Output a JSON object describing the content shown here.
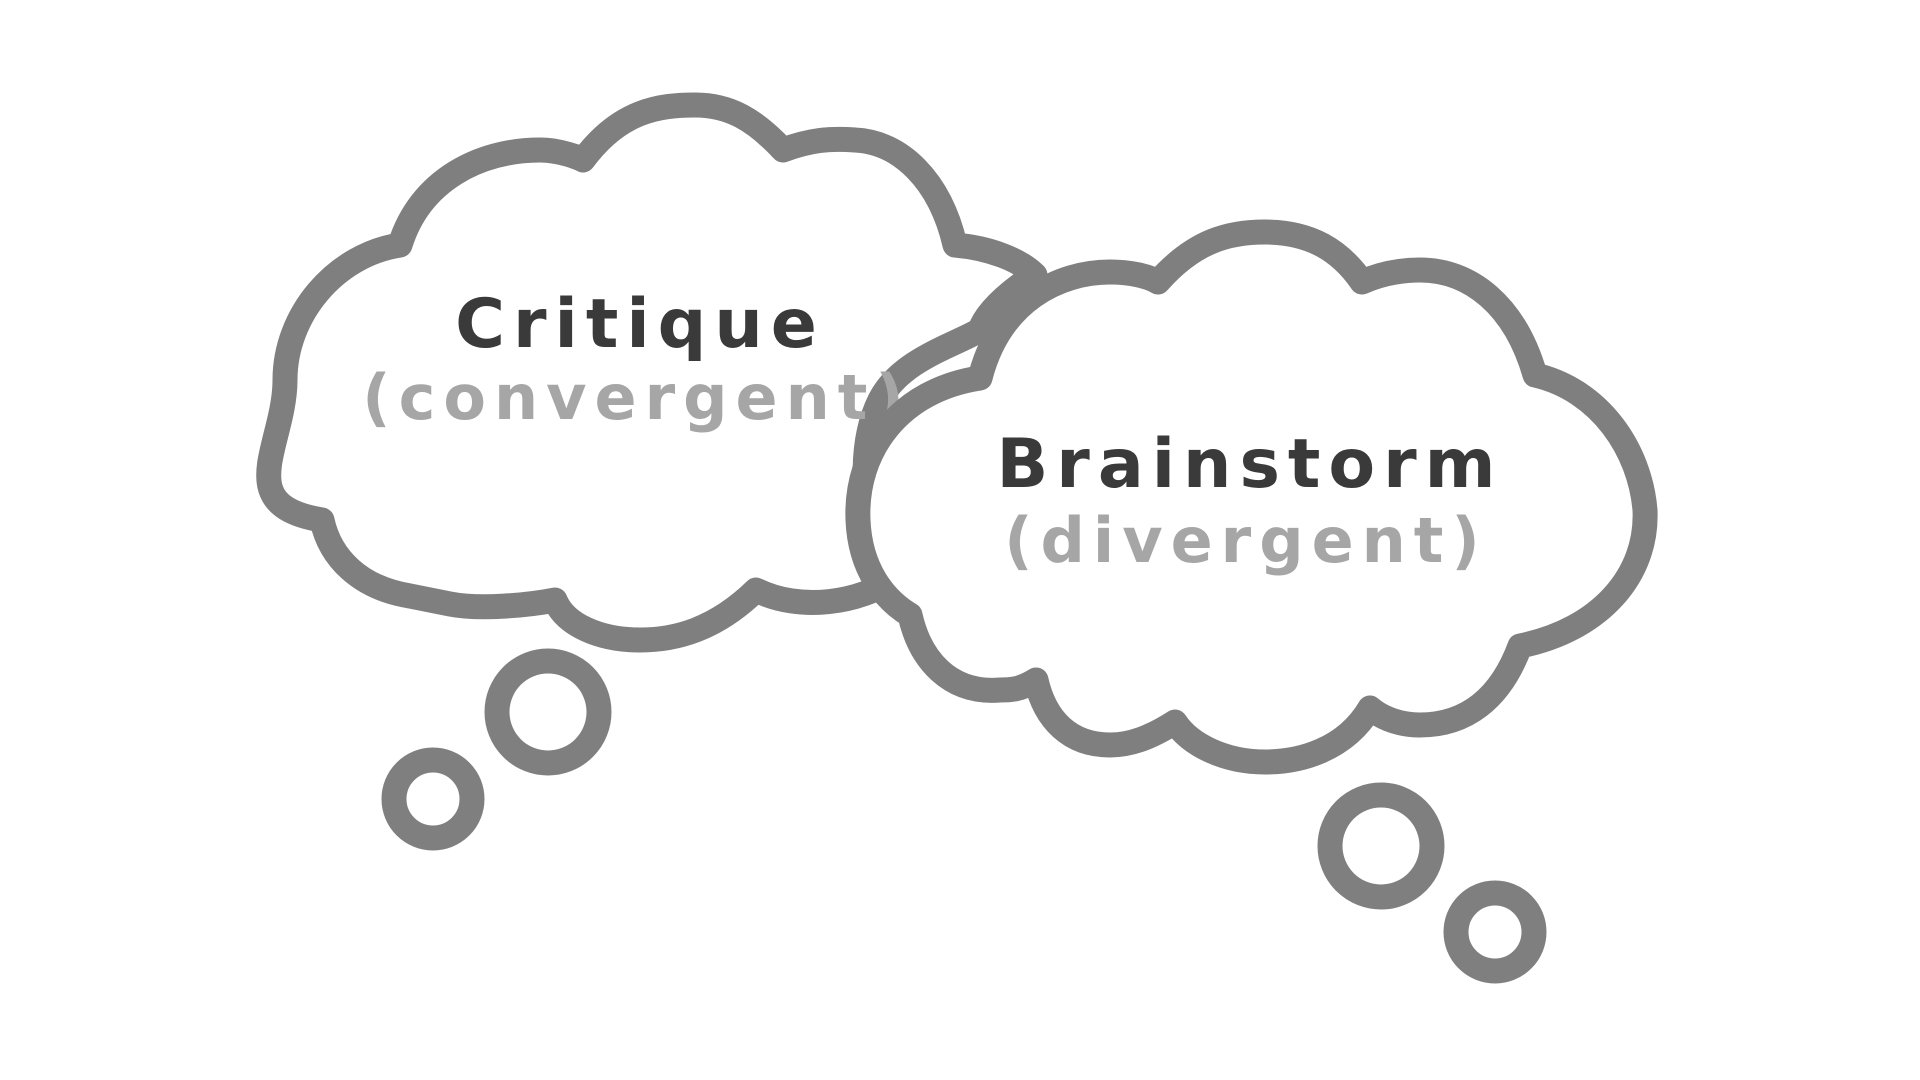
{
  "clouds": {
    "critique": {
      "title": "Critique",
      "subtitle": "(convergent)"
    },
    "brainstorm": {
      "title": "Brainstorm",
      "subtitle": "(divergent)"
    }
  },
  "colors": {
    "outline": "#7f7f7f",
    "title": "#3a3a3a",
    "subtitle": "#a6a6a6",
    "background": "#ffffff"
  }
}
